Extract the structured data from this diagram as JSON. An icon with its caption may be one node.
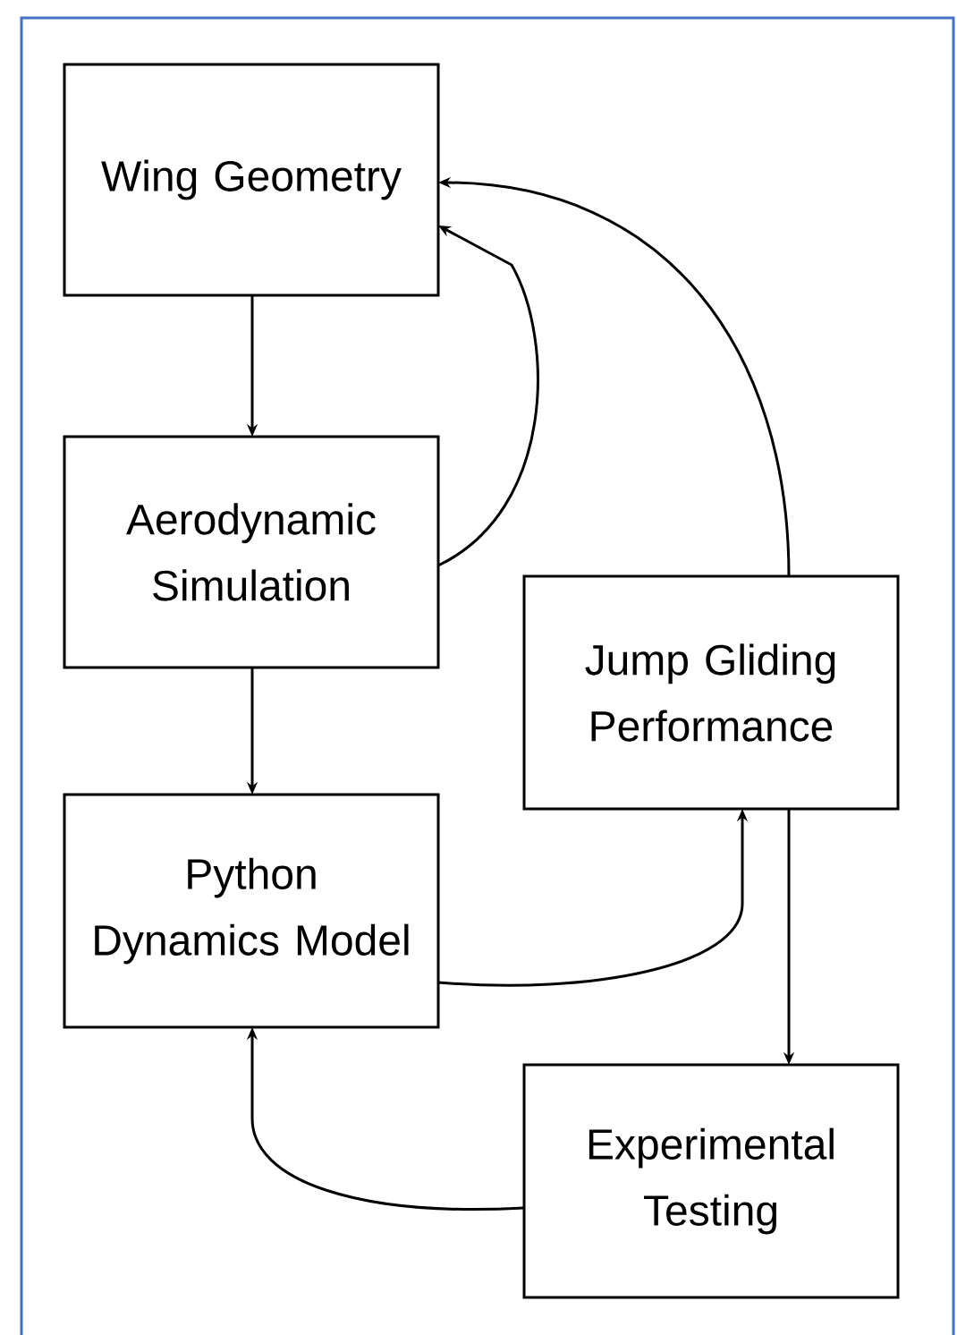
{
  "diagram": {
    "nodes": [
      {
        "text": [
          "Wing Geometry"
        ]
      },
      {
        "text": [
          "Aerodynamic Simulation"
        ]
      },
      {
        "text": [
          "Python Dynamics Model"
        ]
      },
      {
        "text": [
          "Jump Gliding Performance"
        ]
      },
      {
        "text": [
          "Experimental Testing"
        ]
      }
    ],
    "edges": [
      {
        "from": 0,
        "to": 1,
        "arrow": "to"
      },
      {
        "from": 1,
        "to": 2,
        "arrow": "to"
      },
      {
        "from": 1,
        "to": 0,
        "arrow": "to"
      },
      {
        "from": 3,
        "to": 0,
        "arrow": "to"
      },
      {
        "from": 2,
        "to": 3,
        "arrow": "to"
      },
      {
        "from": 3,
        "to": 4,
        "arrow": "to"
      },
      {
        "from": 4,
        "to": 2,
        "arrow": "to"
      }
    ]
  }
}
